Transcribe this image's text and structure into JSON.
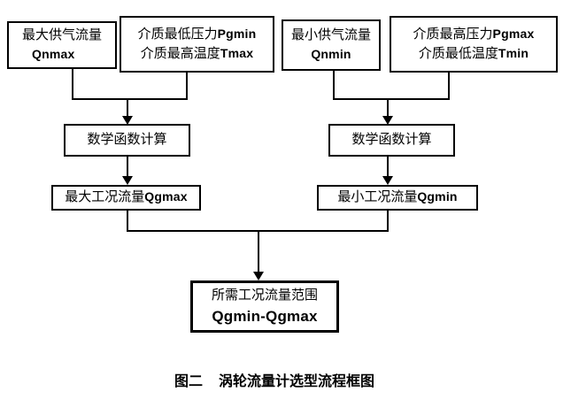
{
  "canvas": {
    "background_color": "#ffffff",
    "line_color": "#000000",
    "border_color": "#000000",
    "text_color": "#000000"
  },
  "nodes": {
    "qnmax": {
      "line1_cn": "最大供气流量",
      "line2_en": "Qnmax"
    },
    "pgmin_tmax": {
      "line1_cn": "介质最低压力",
      "line1_en": "Pgmin",
      "line2_cn": "介质最高温度",
      "line2_en": "Tmax"
    },
    "qnmin": {
      "line1_cn": "最小供气流量",
      "line2_en": "Qnmin"
    },
    "pgmax_tmin": {
      "line1_cn": "介质最高压力",
      "line1_en": "Pgmax",
      "line2_cn": "介质最低温度",
      "line2_en": "Tmin"
    },
    "math_left": {
      "line1_cn": "数学函数计算"
    },
    "math_right": {
      "line1_cn": "数学函数计算"
    },
    "qgmax": {
      "line1_cn": "最大工况流量",
      "line1_en": "Qgmax"
    },
    "qgmin": {
      "line1_cn": "最小工况流量",
      "line1_en": "Qgmin"
    },
    "result": {
      "line1_cn": "所需工况流量范围",
      "line2_en": "Qgmin-Qgmax"
    }
  },
  "caption": {
    "figure_label": "图二",
    "title": "涡轮流量计选型流程框图"
  }
}
